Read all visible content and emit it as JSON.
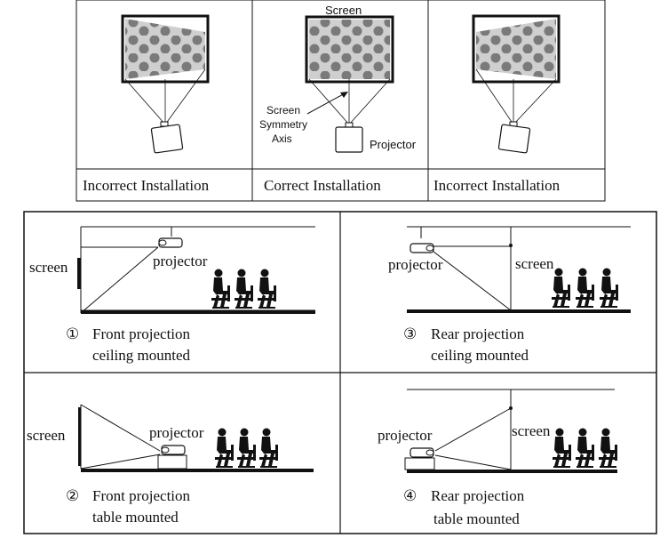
{
  "top": {
    "screen_label": "Screen",
    "axis_label_lines": [
      "Screen",
      "Symmetry",
      "Axis"
    ],
    "projector_label": "Projector",
    "captions": [
      "Incorrect Installation",
      "Correct Installation",
      "Incorrect Installation"
    ]
  },
  "bottom": {
    "panels": [
      {
        "number": "①",
        "line1": "Front projection",
        "line2": "ceiling mounted",
        "screen": "screen",
        "projector": "projector"
      },
      {
        "number": "③",
        "line1": "Rear projection",
        "line2": "ceiling mounted",
        "screen": "screen",
        "projector": "projector"
      },
      {
        "number": "②",
        "line1": "Front projection",
        "line2": "table mounted",
        "screen": "screen",
        "projector": "projector"
      },
      {
        "number": "④",
        "line1": "Rear projection",
        "line2": "table mounted",
        "screen": "screen",
        "projector": "projector"
      }
    ]
  },
  "colors": {
    "line": "#111111",
    "screen_fill": "#c8c8c8",
    "dot": "#777777"
  }
}
